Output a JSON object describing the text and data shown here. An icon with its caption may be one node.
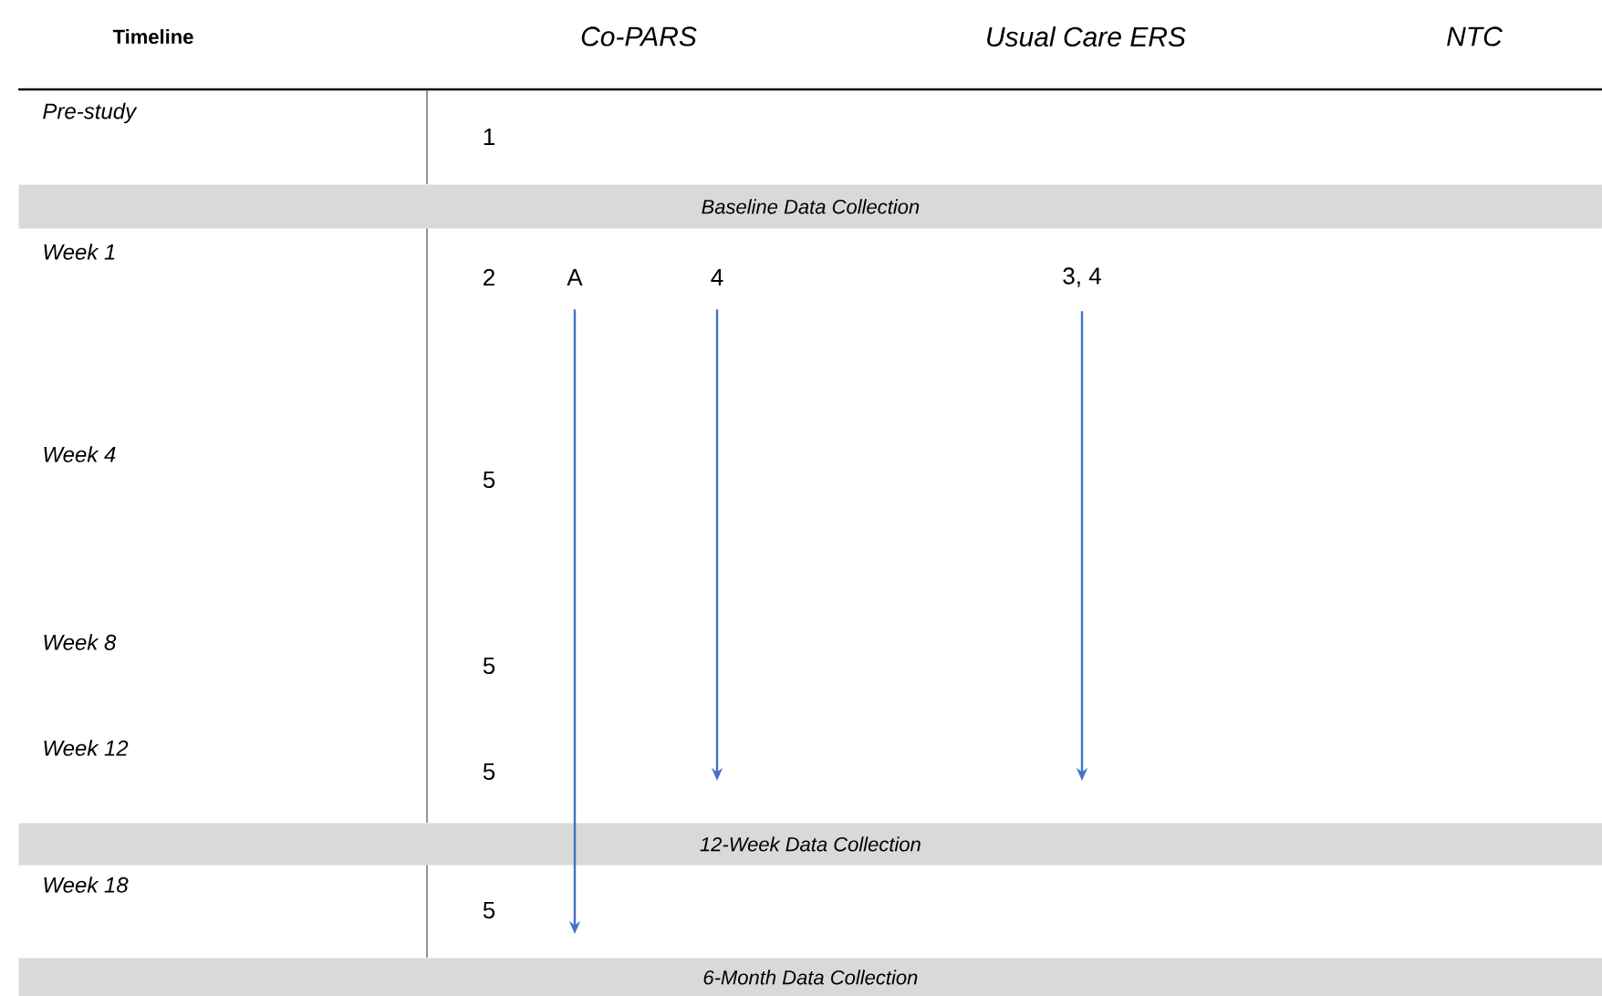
{
  "diagram": {
    "nodes": [
      {
        "text": [
          "Baseline Data Collection"
        ]
      },
      {
        "text": [
          "A"
        ]
      },
      {
        "text": [
          "4"
        ]
      },
      {
        "text": [
          "3, 4"
        ]
      },
      {
        "text": [
          "12-Week Data Collection"
        ]
      },
      {
        "text": [
          "6-Month Data Collection"
        ]
      }
    ],
    "edges": [
      {
        "from": 1,
        "to": null,
        "arrow": "to"
      },
      {
        "from": 2,
        "to": null,
        "arrow": "to"
      },
      {
        "from": 3,
        "to": null,
        "arrow": "to"
      }
    ],
    "labels": [
      "Timeline",
      "Co-PARS",
      "Usual Care ERS",
      "NTC",
      "Pre-study",
      "1",
      "Week 1",
      "2",
      "Week 4",
      "5",
      "Week 8",
      "5",
      "Week 12",
      "5",
      "Week 18",
      "5"
    ]
  }
}
